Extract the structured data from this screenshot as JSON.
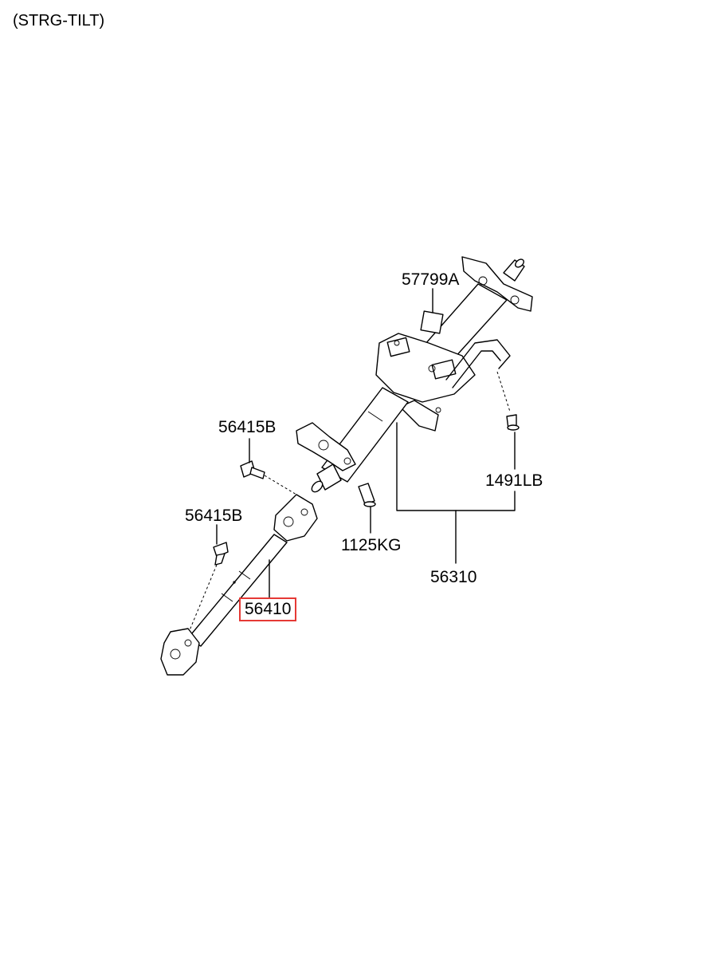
{
  "header": {
    "title": "(STRG-TILT)"
  },
  "parts": [
    {
      "id": "p1",
      "code": "57799A",
      "highlighted": false
    },
    {
      "id": "p2",
      "code": "56415B",
      "highlighted": false
    },
    {
      "id": "p3",
      "code": "1491LB",
      "highlighted": false
    },
    {
      "id": "p4",
      "code": "56415B",
      "highlighted": false
    },
    {
      "id": "p5",
      "code": "1125KG",
      "highlighted": false
    },
    {
      "id": "p6",
      "code": "56310",
      "highlighted": false
    },
    {
      "id": "p7",
      "code": "56410",
      "highlighted": true
    }
  ],
  "colors": {
    "highlight": "#e53935",
    "line": "#000000",
    "background": "#ffffff"
  }
}
